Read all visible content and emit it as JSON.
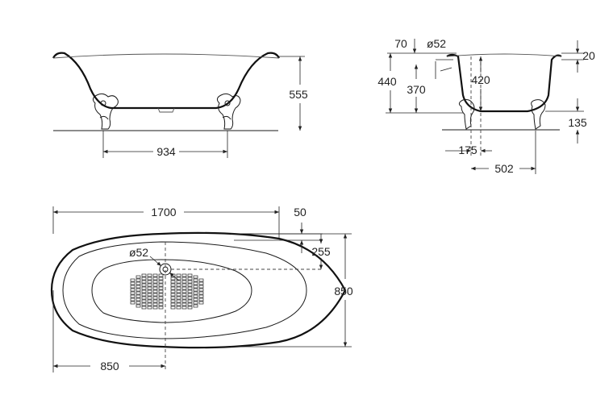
{
  "front_view": {
    "leg_spacing": "934",
    "height": "555"
  },
  "side_view": {
    "rim_offset": "70",
    "drain_diameter": "ø52",
    "rim_thickness": "20",
    "total_height": "440",
    "inner_height": "370",
    "depth": "420",
    "leg_height": "135",
    "drain_offset": "175",
    "leg_to_center": "502"
  },
  "top_view": {
    "length": "1700",
    "width": "850",
    "rim_edge": "50",
    "drain_from_edge": "255",
    "drain_diameter": "ø52",
    "half_length": "850"
  }
}
